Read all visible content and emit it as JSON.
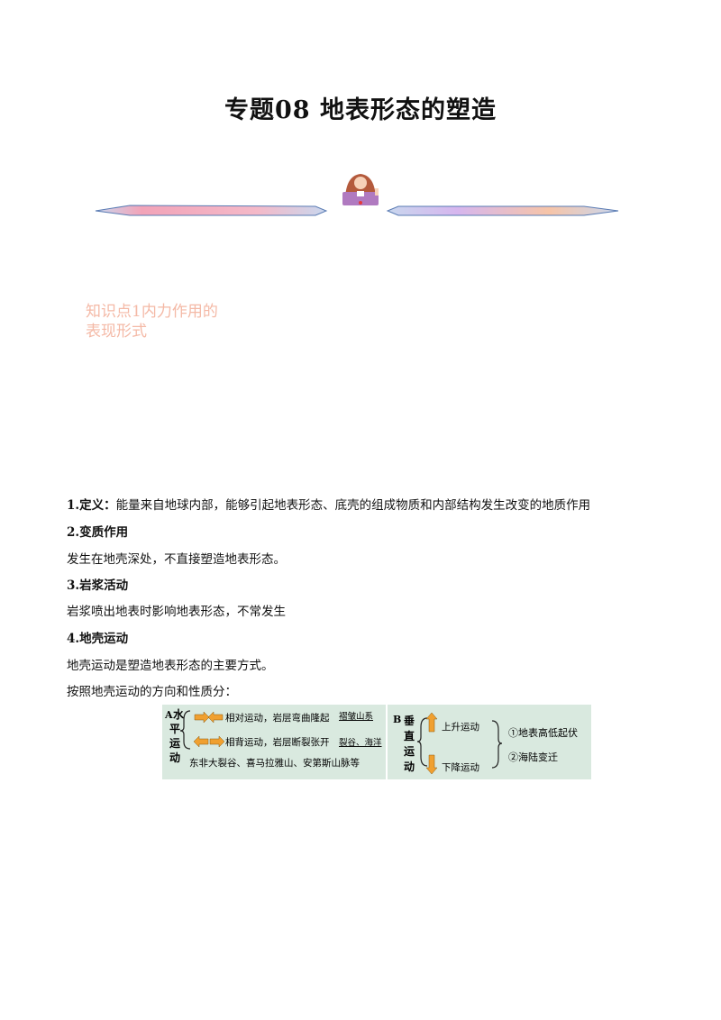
{
  "title": "专题08  地表形态的塑造",
  "knowledge_point": {
    "line1": "知识点1内力作用的",
    "line2": "表现形式"
  },
  "sections": {
    "s1_label": "1.定义：",
    "s1_text": "能量来自地球内部，能够引起地表形态、底壳的组成物质和内部结构发生改变的地质作用",
    "s2_label": "2.变质作用",
    "s2_text": "发生在地壳深处，不直接塑造地表形态。",
    "s3_label": "3.岩浆活动",
    "s3_text": "岩浆喷出地表时影响地表形态，不常发生",
    "s4_label": "4.地壳运动",
    "s4_text": "地壳运动是塑造地表形态的主要方式。",
    "s4_intro": "按照地壳运动的方向和性质分："
  },
  "figure": {
    "a_letter": "A",
    "a_chars": [
      "水",
      "平",
      "运",
      "动"
    ],
    "a_row1": "相对运动，岩层弯曲隆起",
    "a_row1_ex": "褶皱山系",
    "a_row2": "相背运动，岩层断裂张开",
    "a_row2_ex": "裂谷、海洋",
    "a_examples": "东非大裂谷、喜马拉雅山、安第斯山脉等",
    "b_letter": "B",
    "b_chars": [
      "垂",
      "直",
      "运",
      "动"
    ],
    "b_up": "上升运动",
    "b_down": "下降运动",
    "b_result1": "①地表高低起伏",
    "b_result2": "②海陆变迁",
    "colors": {
      "bg": "#d9e9df",
      "arrow": "#f0a030",
      "divider": "#ffffff"
    }
  }
}
